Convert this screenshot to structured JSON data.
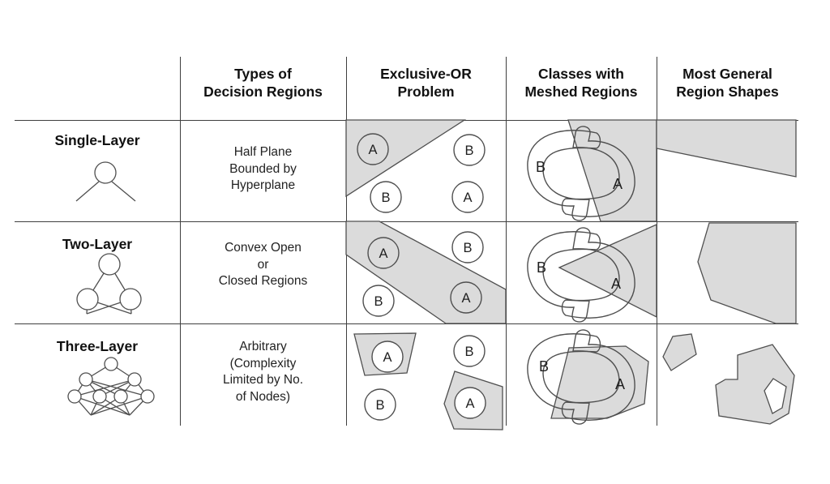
{
  "columns": [
    {
      "id": "types",
      "lines": [
        "Types of",
        "Decision Regions"
      ]
    },
    {
      "id": "xor",
      "lines": [
        "Exclusive-OR",
        "Problem"
      ]
    },
    {
      "id": "meshed",
      "lines": [
        "Classes with",
        "Meshed Regions"
      ]
    },
    {
      "id": "general",
      "lines": [
        "Most General",
        "Region Shapes"
      ]
    }
  ],
  "rows": [
    {
      "label": "Single-Layer",
      "icon": "single-layer-network-icon",
      "regions_lines": [
        "Half Plane",
        "Bounded by",
        "Hyperplane",
        ""
      ],
      "xor": {
        "tl": "A",
        "tr": "B",
        "bl": "B",
        "br": "A"
      },
      "meshed": {
        "left": "B",
        "right": "A"
      }
    },
    {
      "label": "Two-Layer",
      "icon": "two-layer-network-icon",
      "regions_lines": [
        "Convex Open",
        "or",
        "Closed Regions",
        ""
      ],
      "xor": {
        "tl": "A",
        "tr": "B",
        "bl": "B",
        "br": "A"
      },
      "meshed": {
        "left": "B",
        "right": "A"
      }
    },
    {
      "label": "Three-Layer",
      "icon": "three-layer-network-icon",
      "regions_lines": [
        "Arbitrary",
        "(Complexity",
        "Limited by No.",
        "of Nodes)"
      ],
      "xor": {
        "tl": "A",
        "tr": "B",
        "bl": "B",
        "br": "A"
      },
      "meshed": {
        "left": "B",
        "right": "A"
      }
    }
  ],
  "colors": {
    "region_fill": "#dbdbdb",
    "outline": "#4f4f4f",
    "grid_line": "#3f3f3f",
    "text": "#1f1f1f",
    "background": "#ffffff"
  }
}
